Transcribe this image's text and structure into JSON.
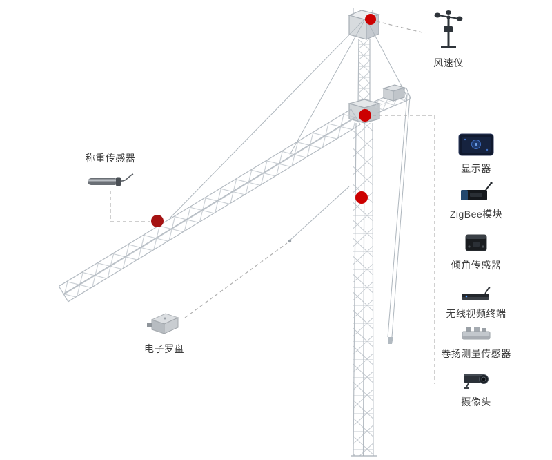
{
  "diagram": {
    "type": "tower-crane-sensor-layout",
    "colors": {
      "marker": "#cc0000",
      "crane": "#b4bbc2",
      "connector": "#b0b0b0",
      "label": "#3d3d3d"
    },
    "callouts": {
      "anemometer": {
        "label": "风速仪",
        "icon": "anemometer-icon"
      },
      "load_sensor": {
        "label": "称重传感器",
        "icon": "load-pin-sensor-icon"
      },
      "compass": {
        "label": "电子罗盘",
        "icon": "compass-icon"
      }
    },
    "right_panel": [
      {
        "id": "display",
        "icon": "monitor-icon",
        "label": "显示器"
      },
      {
        "id": "zigbee_module",
        "icon": "zigbee-module-icon",
        "label": "ZigBee模块"
      },
      {
        "id": "tilt_sensor",
        "icon": "tilt-sensor-icon",
        "label": "倾角传感器"
      },
      {
        "id": "wireless_video_terminal",
        "icon": "wireless-video-terminal-icon",
        "label": "无线视频终端"
      },
      {
        "id": "hoist_measure_sensor",
        "icon": "hoist-sensor-icon",
        "label": "卷扬测量传感器"
      },
      {
        "id": "camera",
        "icon": "cctv-camera-icon",
        "label": "摄像头"
      }
    ],
    "markers": [
      {
        "id": "marker-anemometer"
      },
      {
        "id": "marker-slewing-unit"
      },
      {
        "id": "marker-tower"
      },
      {
        "id": "marker-jib"
      }
    ]
  }
}
